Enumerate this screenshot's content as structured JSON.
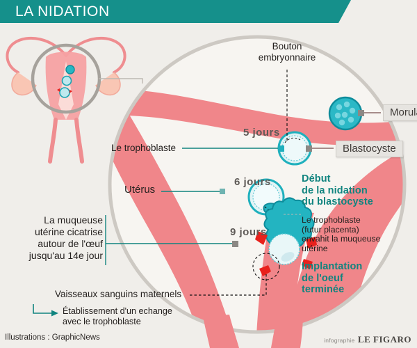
{
  "header": {
    "title": "LA NIDATION",
    "banner_color": "#15908b"
  },
  "colors": {
    "teal": "#10847f",
    "pink": "#f0868a",
    "pink_light": "#f9c6b4",
    "cell_teal": "#1fb7c4",
    "blood_red": "#e8211c",
    "gray_text": "#5e5a57",
    "background": "#f0eeea",
    "circle_fill": "#f7f5f1",
    "circle_ring": "#c9c5bf"
  },
  "labels": {
    "bouton_embryonnaire": "Bouton\nembryonnaire",
    "morula": "Morula",
    "blastocyste": "Blastocyste",
    "le_trophoblaste": "Le trophoblaste",
    "uterus": "Utérus",
    "vaisseaux": "Vaisseaux sanguins maternels"
  },
  "days": {
    "day5": "5 jours",
    "day6": "6 jours",
    "day9": "9 jours"
  },
  "callouts": {
    "muqueuse": "La muqueuse\nutérine cicatrise\nautour de l'œuf\njusqu'au 14e jour",
    "muqueuse_sup": "e",
    "debut_nidation": "Début\nde la nidation\ndu blastocyste",
    "trophoblaste_note": "Le trophoblaste\n(futur placenta)\nenvahit la muqueuse\nutérine",
    "implantation": "Implantation\nde l'oeuf\nterminée",
    "echange": "Établissement d'un echange\navec le trophoblaste"
  },
  "footer": {
    "credit": "Illustrations : GraphicNews",
    "infographie": "infographie",
    "brand": "LE FIGARO"
  }
}
